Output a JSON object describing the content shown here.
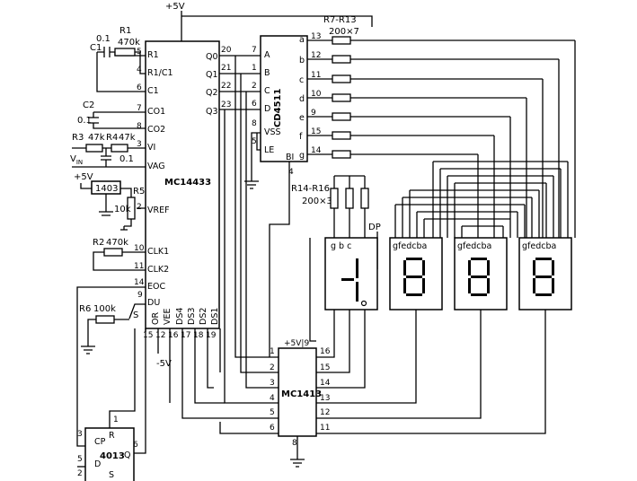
{
  "supply": {
    "vcc": "+5V",
    "vee": "-5V",
    "plus5": "+5V",
    "mc1413_vcc": "+5V|9"
  },
  "resistors": {
    "r1_name": "R1",
    "r1_val": "470k",
    "r3_name": "R3",
    "r3_val": "47k",
    "r4_name": "R4",
    "r4_val": "47k",
    "r5_name": "R5",
    "r5_val": "10k",
    "r2_name": "R2",
    "r2_val": "470k",
    "r6_name": "R6",
    "r6_val": "100k",
    "r7_13": "R7-R13",
    "r7_13_val": "200×7",
    "r14_16": "R14-R16",
    "r14_16_val": "200×3"
  },
  "caps": {
    "c1_name": "C1",
    "c1_val": "0.1",
    "c2_name": "C2",
    "c2_val": "0.1",
    "c_vin": "0.1"
  },
  "misc": {
    "vin": "V",
    "vin_sub": "IN",
    "ref": "1403",
    "dp": "DP",
    "q": "S"
  },
  "mc14433": {
    "name": "MC14433",
    "left_pins": [
      {
        "num": "5",
        "label": "R1"
      },
      {
        "num": "4",
        "label": "R1/C1"
      },
      {
        "num": "6",
        "label": "C1"
      },
      {
        "num": "7",
        "label": "CO1"
      },
      {
        "num": "8",
        "label": "CO2"
      },
      {
        "num": "3",
        "label": "VI"
      },
      {
        "num": "",
        "label": "VAG"
      },
      {
        "num": "2",
        "label": "VREF"
      },
      {
        "num": "10",
        "label": "CLK1"
      },
      {
        "num": "11",
        "label": "CLK2"
      },
      {
        "num": "14",
        "label": "EOC"
      },
      {
        "num": "9",
        "label": "DU"
      }
    ],
    "right_pins": [
      {
        "num": "20",
        "label": "Q0"
      },
      {
        "num": "21",
        "label": "Q1"
      },
      {
        "num": "22",
        "label": "Q2"
      },
      {
        "num": "23",
        "label": "Q3"
      }
    ],
    "bottom_pins": [
      {
        "num": "15",
        "label": "OR"
      },
      {
        "num": "12",
        "label": "VEE"
      },
      {
        "num": "16",
        "label": "DS4"
      },
      {
        "num": "17",
        "label": "DS3"
      },
      {
        "num": "18",
        "label": "DS2"
      },
      {
        "num": "19",
        "label": "DS1"
      }
    ]
  },
  "cd4511": {
    "name": "CD4511",
    "in_pins": [
      {
        "num": "7",
        "label": "A"
      },
      {
        "num": "1",
        "label": "B"
      },
      {
        "num": "2",
        "label": "C"
      },
      {
        "num": "6",
        "label": "D"
      },
      {
        "num": "8",
        "label": "VSS"
      },
      {
        "num": "5",
        "label": "LE"
      }
    ],
    "out_pins": [
      {
        "num": "13",
        "label": "a"
      },
      {
        "num": "12",
        "label": "b"
      },
      {
        "num": "11",
        "label": "c"
      },
      {
        "num": "10",
        "label": "d"
      },
      {
        "num": "9",
        "label": "e"
      },
      {
        "num": "15",
        "label": "f"
      },
      {
        "num": "14",
        "label": "g"
      }
    ],
    "bi_label": "BI",
    "bi_pin": "4"
  },
  "mc1413": {
    "name": "MC1413",
    "left_pins": [
      "1",
      "2",
      "3",
      "4",
      "5",
      "6"
    ],
    "right_pins": [
      "16",
      "15",
      "14",
      "13",
      "12",
      "11"
    ],
    "gnd_pin": "8"
  },
  "ff4013": {
    "name": "4013",
    "pins": [
      {
        "num": "1",
        "label": "R"
      },
      {
        "num": "3",
        "label": "CP"
      },
      {
        "num": "5",
        "label": "D"
      },
      {
        "num": "2",
        "label": "S"
      },
      {
        "num": "6",
        "label": "Q"
      }
    ]
  },
  "display": {
    "d1_labels": "g  b  c",
    "d_labels": "gfedcba"
  }
}
